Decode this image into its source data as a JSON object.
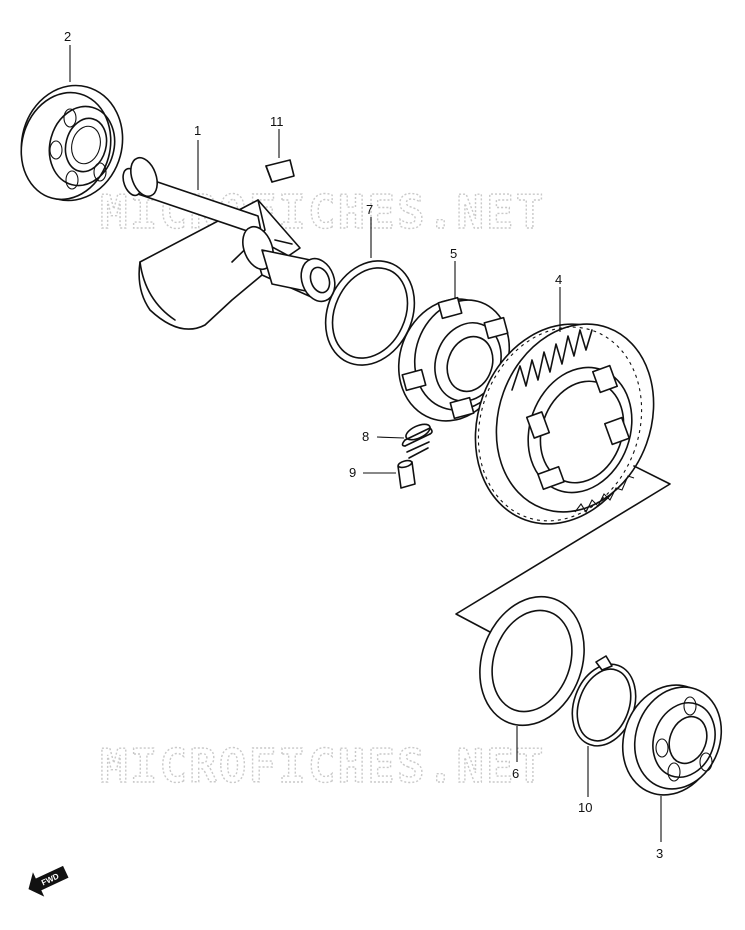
{
  "watermark": {
    "text_top": "MICROFICHES.NET",
    "text_bottom": "MICROFICHES.NET"
  },
  "callouts": [
    {
      "id": "part-1",
      "label": "1"
    },
    {
      "id": "part-2",
      "label": "2"
    },
    {
      "id": "part-3",
      "label": "3"
    },
    {
      "id": "part-4",
      "label": "4"
    },
    {
      "id": "part-5",
      "label": "5"
    },
    {
      "id": "part-6",
      "label": "6"
    },
    {
      "id": "part-7",
      "label": "7"
    },
    {
      "id": "part-8",
      "label": "8"
    },
    {
      "id": "part-9",
      "label": "9"
    },
    {
      "id": "part-10",
      "label": "10"
    },
    {
      "id": "part-11",
      "label": "11"
    }
  ],
  "fwd_badge": {
    "label": "FWD"
  }
}
